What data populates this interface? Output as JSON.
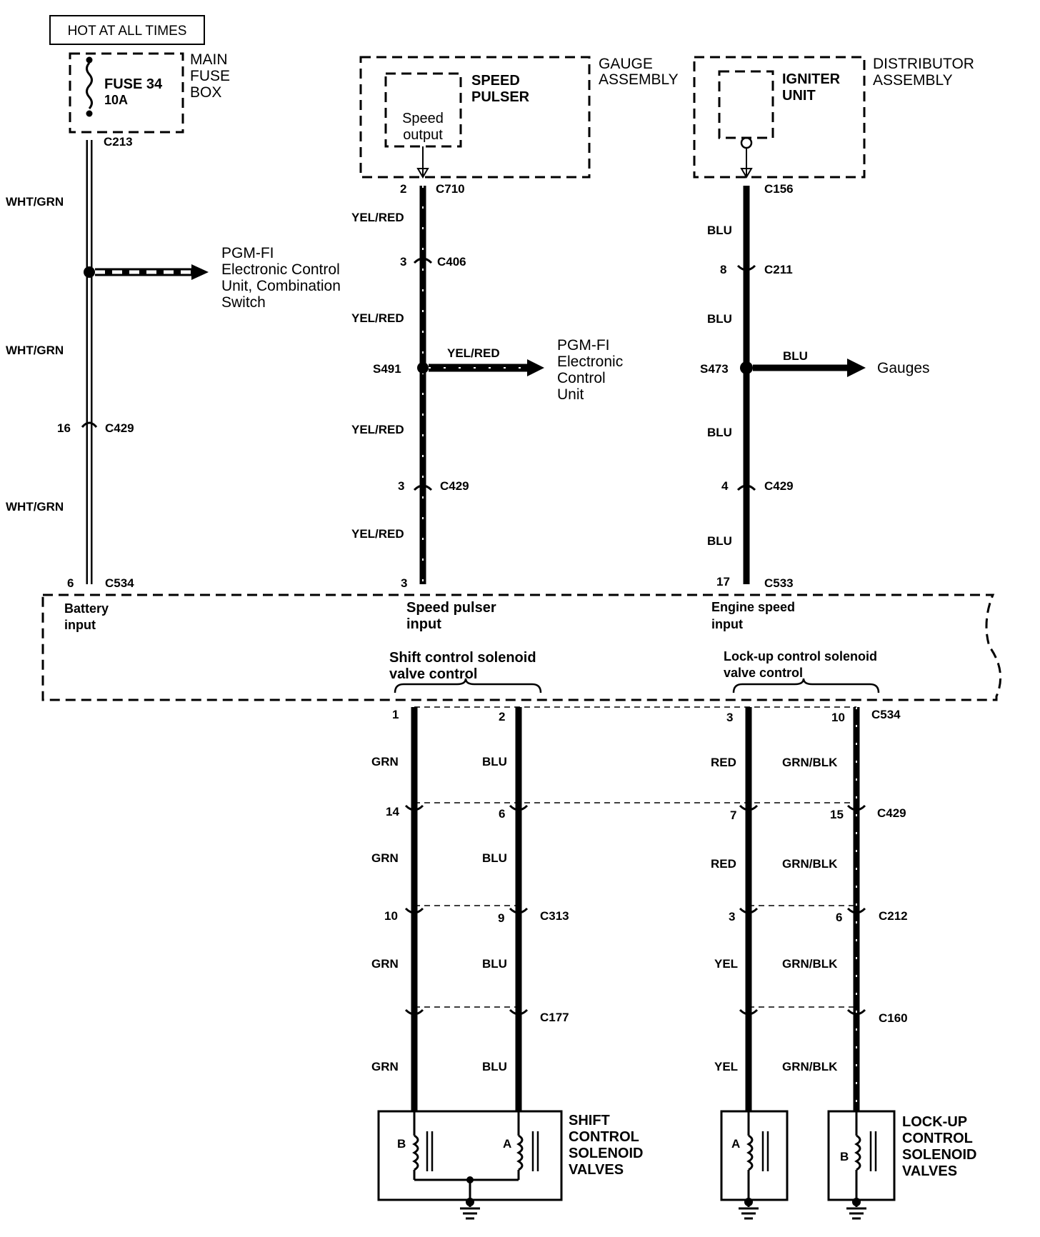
{
  "header": {
    "hot_label": "HOT AT ALL TIMES"
  },
  "fuse_box": {
    "title_lines": [
      "MAIN",
      "FUSE",
      "BOX"
    ],
    "fuse_lines": [
      "FUSE 34",
      "10A"
    ]
  },
  "gauge_assembly": {
    "title_lines": [
      "GAUGE",
      "ASSEMBLY"
    ],
    "component_lines": [
      "SPEED",
      "PULSER"
    ],
    "output_lines": [
      "Speed",
      "output"
    ]
  },
  "distributor_assembly": {
    "title_lines": [
      "DISTRIBUTOR",
      "ASSEMBLY"
    ],
    "component_lines": [
      "IGNITER",
      "UNIT"
    ]
  },
  "branch_left": {
    "lines": [
      "PGM-FI",
      "Electronic Control",
      "Unit, Combination",
      "Switch"
    ]
  },
  "branch_mid": {
    "wire": "YEL/RED",
    "lines": [
      "PGM-FI",
      "Electronic",
      "Control",
      "Unit"
    ],
    "splice": "S491"
  },
  "branch_right": {
    "wire": "BLU",
    "label": "Gauges",
    "splice": "S473"
  },
  "ecu": {
    "battery_input": [
      "Battery",
      "input"
    ],
    "speed_input": [
      "Speed pulser",
      "input"
    ],
    "engine_input": [
      "Engine speed",
      "input"
    ],
    "shift_control": [
      "Shift control solenoid",
      "valve control"
    ],
    "lockup_control": [
      "Lock-up control solenoid",
      "valve control"
    ]
  },
  "connectors": {
    "c213": "C213",
    "c710": "C710",
    "c156": "C156",
    "c406": "C406",
    "c211": "C211",
    "c429": "C429",
    "c534": "C534",
    "c533": "C533",
    "c313": "C313",
    "c212": "C212",
    "c177": "C177",
    "c160": "C160"
  },
  "pins": {
    "p2a": "2",
    "p3a": "3",
    "p8": "8",
    "p16": "16",
    "p3b": "3",
    "p4": "4",
    "p6": "6",
    "p3c": "3",
    "p17": "17",
    "p1": "1",
    "p2b": "2",
    "p3d": "3",
    "p10a": "10",
    "p14": "14",
    "p6b": "6",
    "p7": "7",
    "p15": "15",
    "p10b": "10",
    "p9": "9",
    "p3e": "3",
    "p6c": "6"
  },
  "wires": {
    "wht_grn": "WHT/GRN",
    "yel_red": "YEL/RED",
    "blu": "BLU",
    "grn": "GRN",
    "red": "RED",
    "grn_blk": "GRN/BLK",
    "yel": "YEL"
  },
  "solenoids": {
    "shift_title": [
      "SHIFT",
      "CONTROL",
      "SOLENOID",
      "VALVES"
    ],
    "lockup_title": [
      "LOCK-UP",
      "CONTROL",
      "SOLENOID",
      "VALVES"
    ],
    "a": "A",
    "b": "B"
  }
}
